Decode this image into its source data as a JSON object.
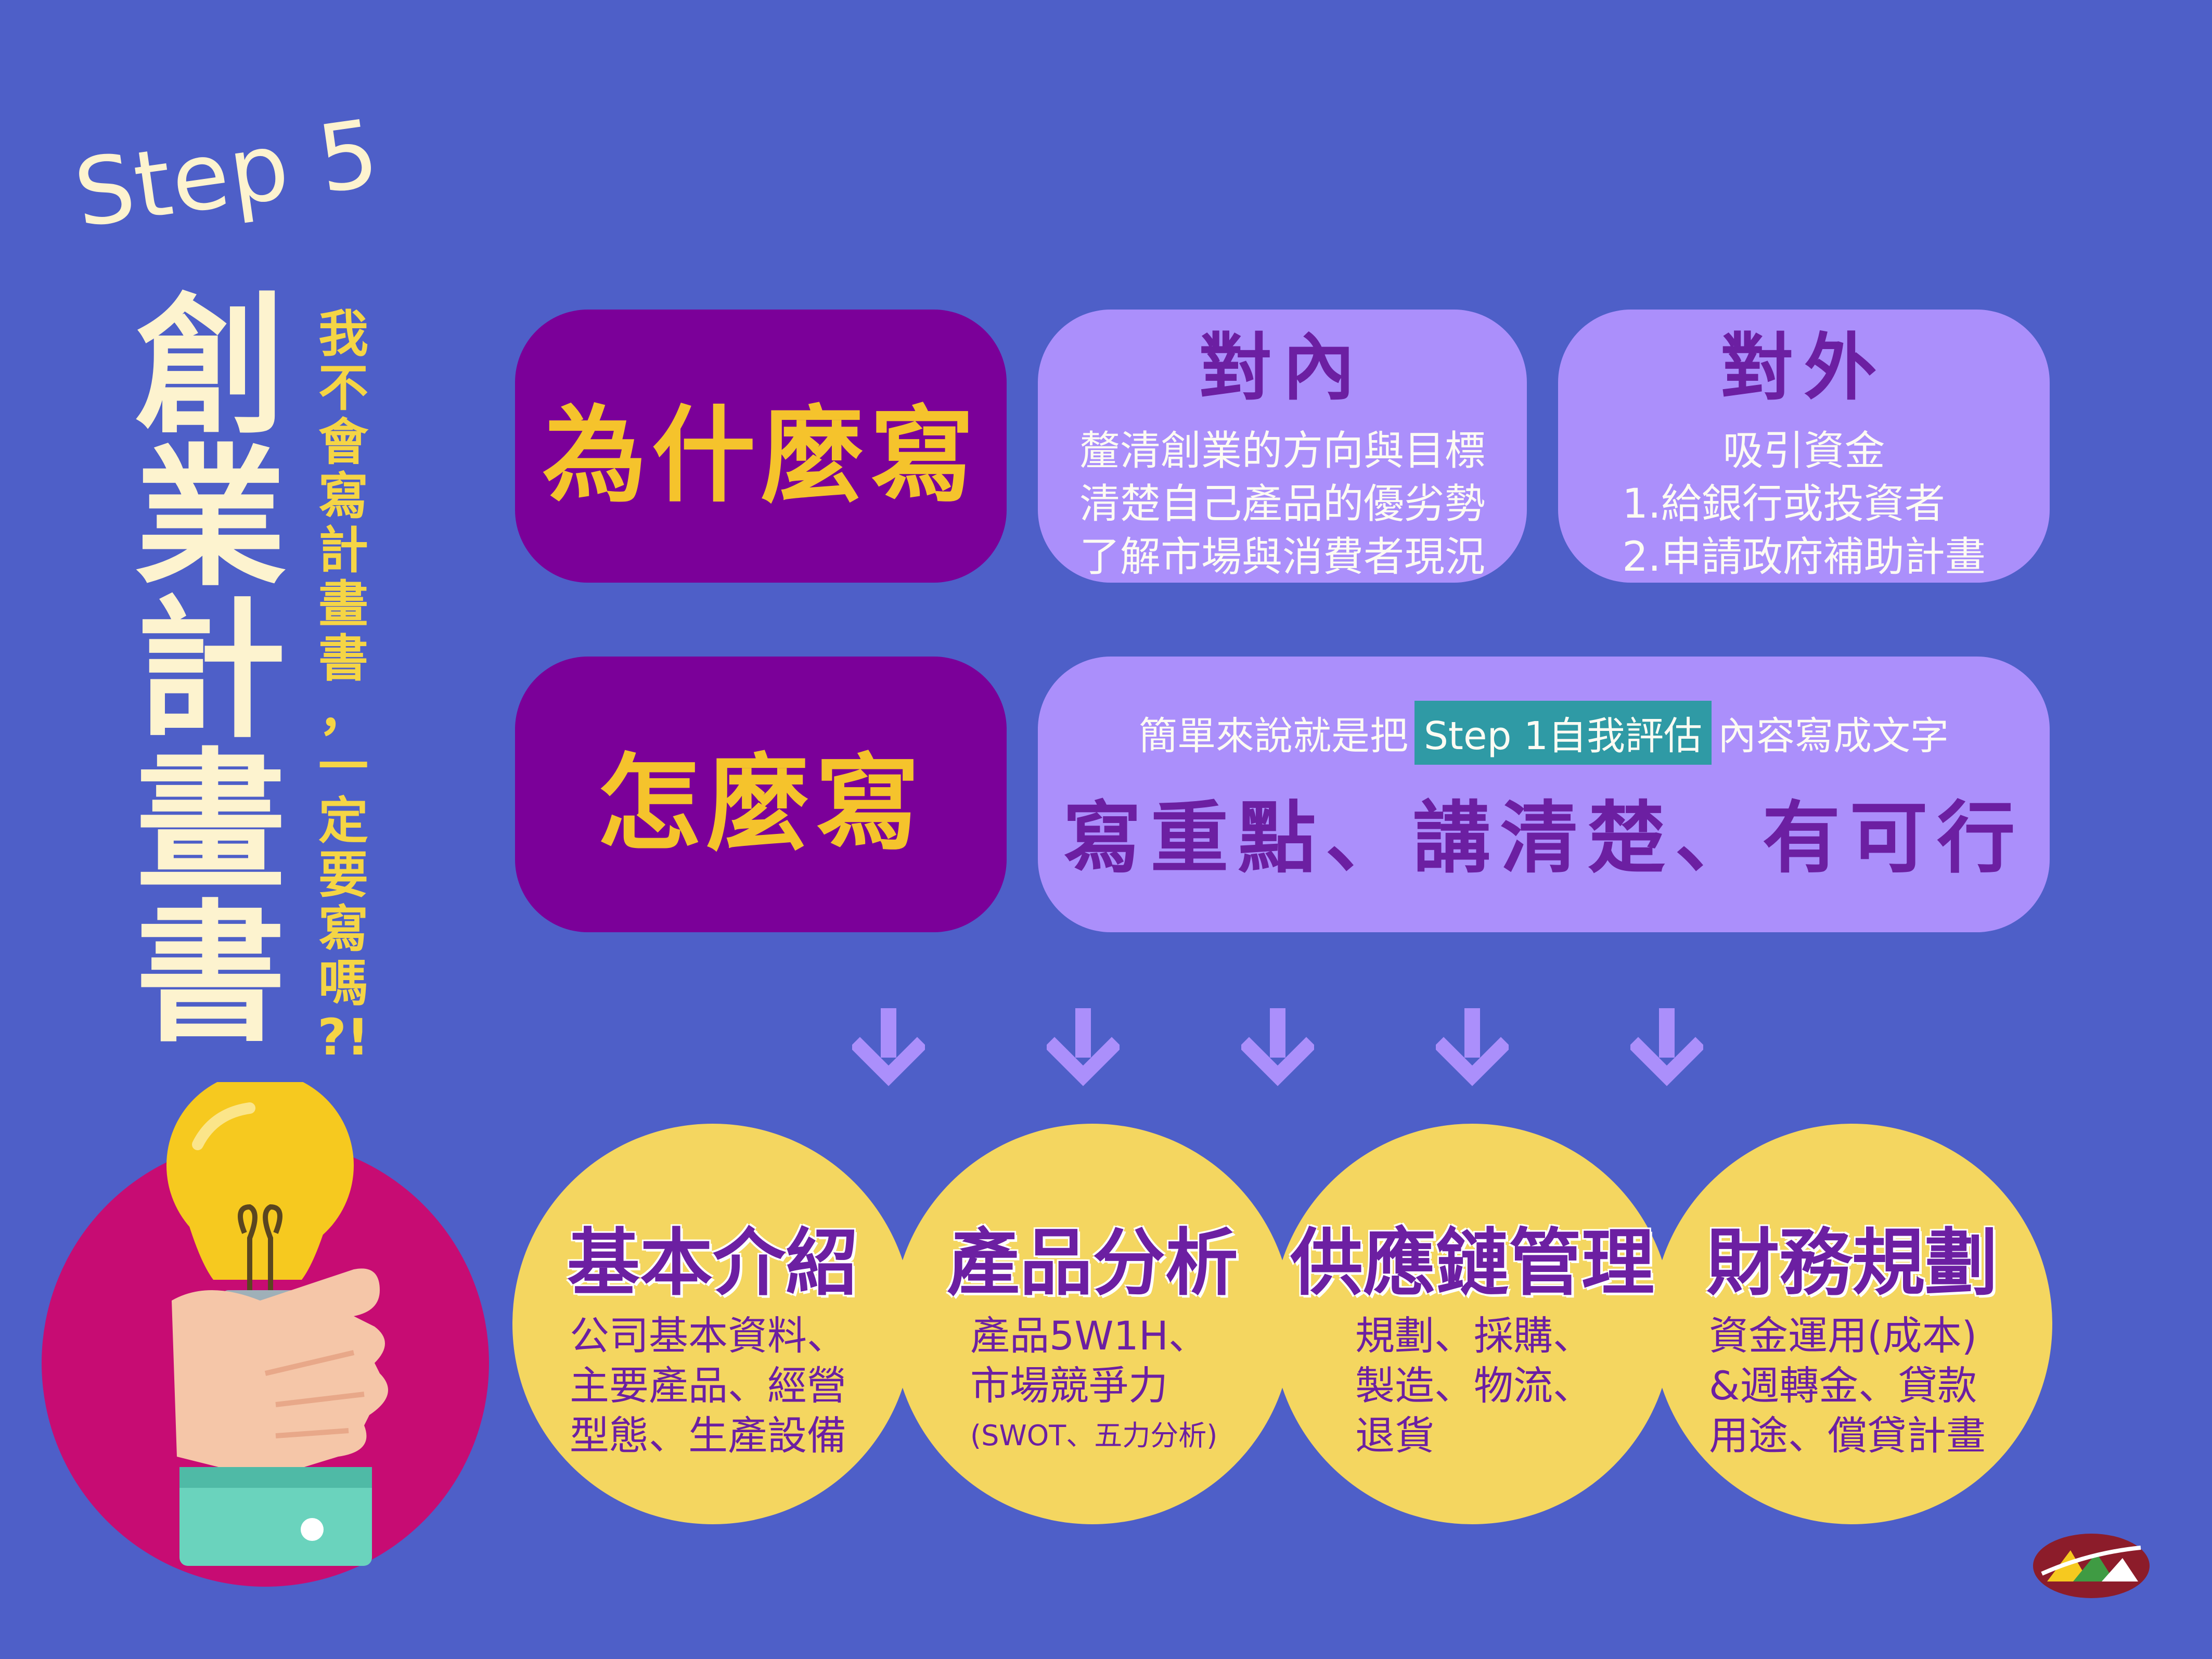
{
  "step_label": "Step 5",
  "main_title": [
    "創",
    "業",
    "計",
    "畫",
    "書"
  ],
  "sub_title": [
    "我",
    "不",
    "會",
    "寫",
    "計",
    "畫",
    "書",
    "，",
    "一",
    "定",
    "要",
    "寫",
    "嗎",
    "?!"
  ],
  "why": {
    "heading": "為什麼寫",
    "internal": {
      "title": "對內",
      "lines": [
        "釐清創業的方向與目標",
        "清楚自己產品的優劣勢",
        "了解市場與消費者現況"
      ]
    },
    "external": {
      "title": "對外",
      "lines": [
        "吸引資金",
        "1.給銀行或投資者",
        "2.申請政府補助計畫"
      ]
    }
  },
  "how": {
    "heading": "怎麼寫",
    "intro_before": "簡單來說就是把",
    "intro_highlight": "Step 1自我評估",
    "intro_after": "內容寫成文字",
    "emphasis": "寫重點、講清楚、有可行"
  },
  "sections": [
    {
      "title": "基本介紹",
      "lines": [
        "公司基本資料、",
        "主要產品、經營",
        "型態、生產設備"
      ]
    },
    {
      "title": "產品分析",
      "lines": [
        "產品5W1H、",
        "市場競爭力"
      ],
      "note": "(SWOT、五力分析)"
    },
    {
      "title": "供應鏈管理",
      "lines": [
        "規劃、採購、",
        "製造、物流、",
        "退貨"
      ]
    },
    {
      "title": "財務規劃",
      "lines": [
        "資金運用(成本)",
        "&週轉金、貸款",
        "用途、償貸計畫"
      ]
    }
  ],
  "colors": {
    "background": "#4e5fc8",
    "dark_box": "#7b0099",
    "light_box": "#ab8ffb",
    "accent_yellow": "#f5c32c",
    "circle_yellow": "#f4d660",
    "purple_text": "#6c1fa2",
    "highlight_teal": "#2f9aa5"
  },
  "icons": [
    "arrow-down-icon",
    "lightbulb-hand-illustration",
    "logo-mark"
  ]
}
